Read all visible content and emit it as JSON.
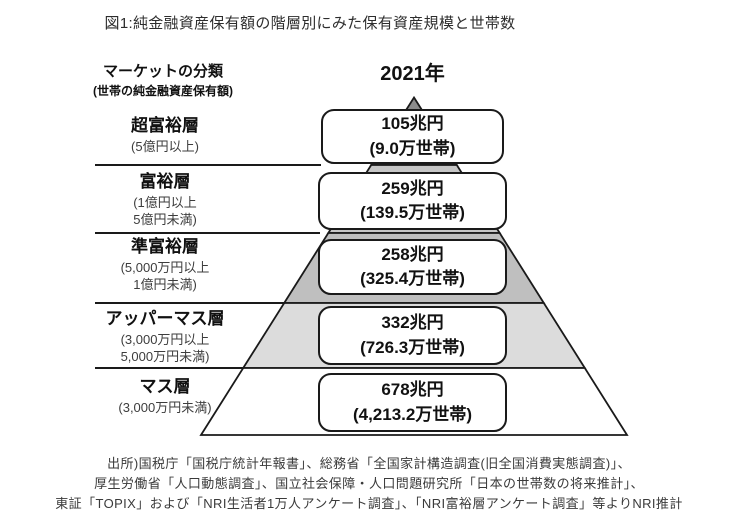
{
  "title": "図1:純金融資産保有額の階層別にみた保有資産規模と世帯数",
  "header": {
    "market_label": "マーケットの分類",
    "market_sublabel": "(世帯の純金融資産保有額)",
    "year": "2021年"
  },
  "tiers": [
    {
      "name": "超富裕層",
      "range_lines": [
        "(5億円以上)",
        ""
      ],
      "value": "105兆円",
      "households": "(9.0万世帯)"
    },
    {
      "name": "富裕層",
      "range_lines": [
        "(1億円以上",
        "5億円未満)"
      ],
      "value": "259兆円",
      "households": "(139.5万世帯)"
    },
    {
      "name": "準富裕層",
      "range_lines": [
        "(5,000万円以上",
        "1億円未満)"
      ],
      "value": "258兆円",
      "households": "(325.4万世帯)"
    },
    {
      "name": "アッパーマス層",
      "range_lines": [
        "(3,000万円以上",
        "5,000万円未満)"
      ],
      "value": "332兆円",
      "households": "(726.3万世帯)"
    },
    {
      "name": "マス層",
      "range_lines": [
        "(3,000万円未満)",
        ""
      ],
      "value": "678兆円",
      "households": "(4,213.2万世帯)"
    }
  ],
  "source_lines": [
    "出所)国税庁「国税庁統計年報書」、総務省「全国家計構造調査(旧全国消費実態調査)」、",
    "厚生労働省「人口動態調査」、国立社会保障・人口問題研究所「日本の世帯数の将来推計」、",
    "東証「TOPIX」および「NRI生活者1万人アンケート調査」、「NRI富裕層アンケート調査」等よりNRI推計"
  ],
  "colors": {
    "tier1_fill": "#8c8c8c",
    "tier2_fill": "#c6c6c6",
    "tier3_fill": "#bfbfbf",
    "tier4_fill": "#dcdcdc",
    "tier5_fill": "#ffffff",
    "outline": "#1a1a1a",
    "background": "#ffffff"
  },
  "chart_data": {
    "type": "pyramid",
    "title": "図1:純金融資産保有額の階層別にみた保有資産規模と世帯数",
    "year": "2021年",
    "categories": [
      "超富裕層",
      "富裕層",
      "準富裕層",
      "アッパーマス層",
      "マス層"
    ],
    "asset_ranges": [
      "5億円以上",
      "1億円以上5億円未満",
      "5,000万円以上1億円未満",
      "3,000万円以上5,000万円未満",
      "3,000万円未満"
    ],
    "series": [
      {
        "name": "保有資産規模(兆円)",
        "values": [
          105,
          259,
          258,
          332,
          678
        ]
      },
      {
        "name": "世帯数(万世帯)",
        "values": [
          9.0,
          139.5,
          325.4,
          726.3,
          4213.2
        ]
      }
    ],
    "legend_position": "none",
    "grid": false
  }
}
